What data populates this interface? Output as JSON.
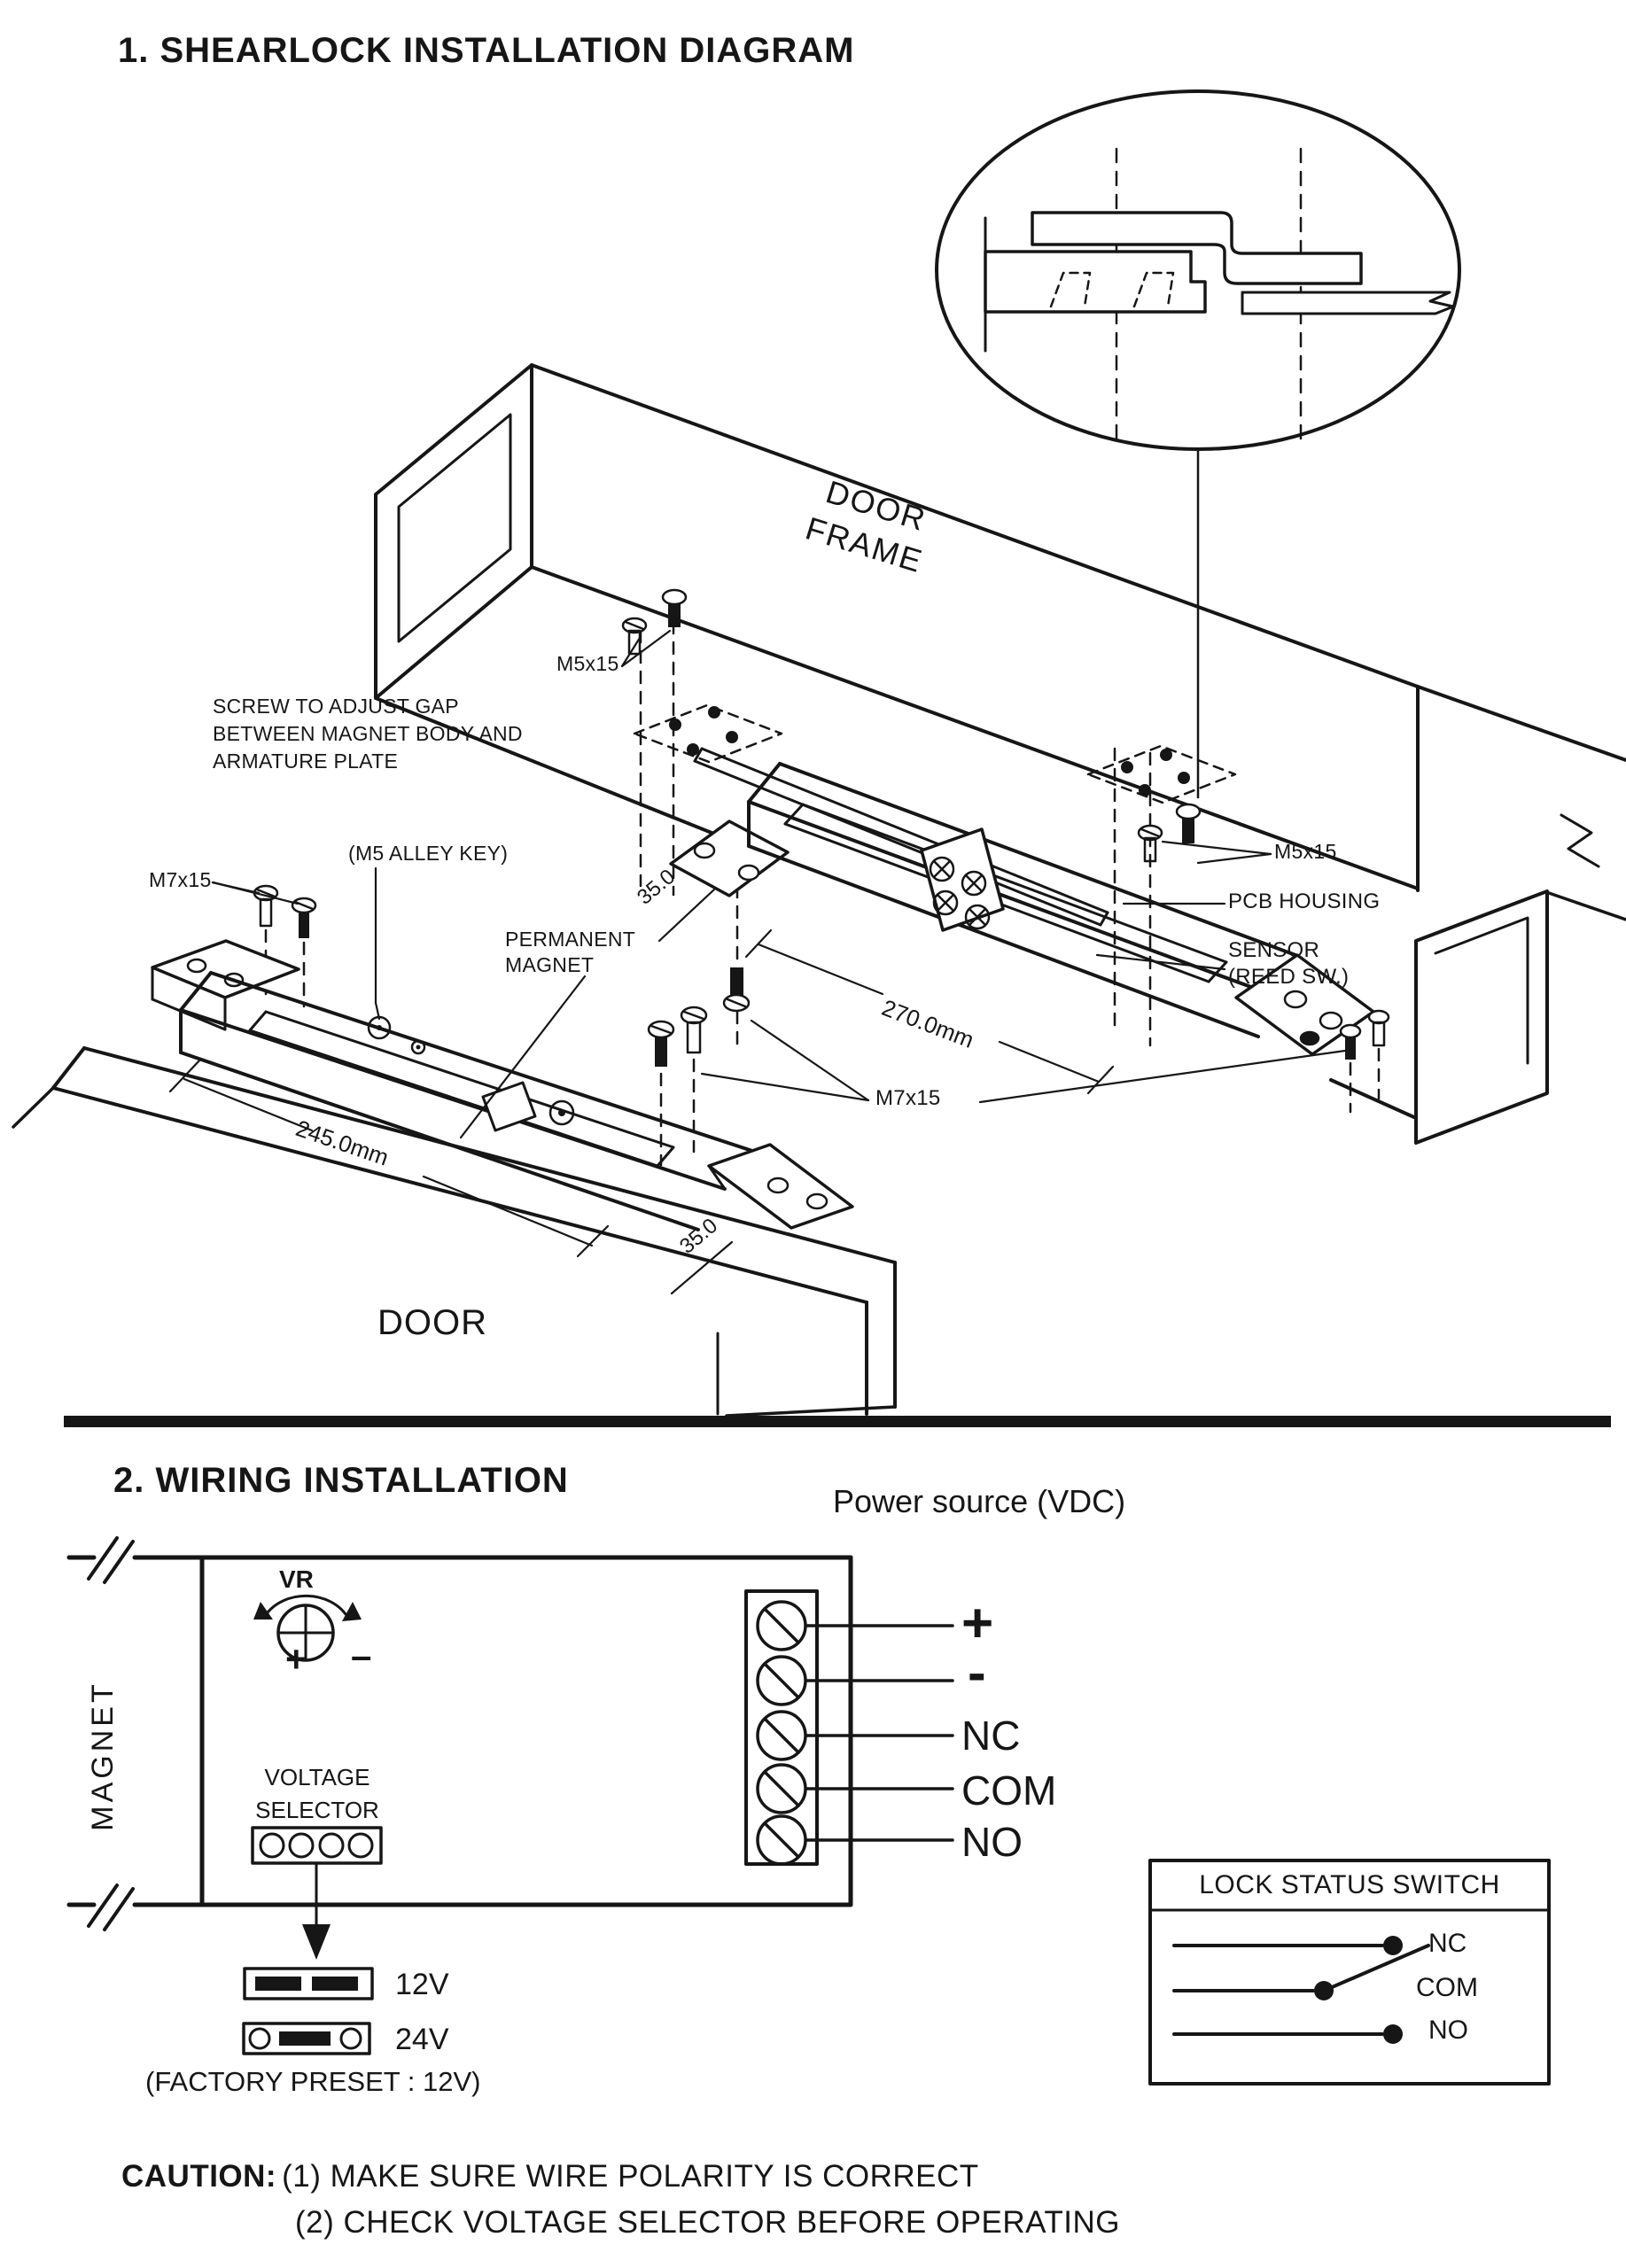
{
  "ink": "#161616",
  "section1": {
    "title": "1. SHEARLOCK INSTALLATION DIAGRAM",
    "door_frame_l1": "DOOR",
    "door_frame_l2": "FRAME",
    "m5x15_left": "M5x15",
    "screw_adjust_l1": "SCREW TO ADJUST GAP",
    "screw_adjust_l2": "BETWEEN MAGNET BODY AND",
    "screw_adjust_l3": "ARMATURE PLATE",
    "m7x15_left": "M7x15",
    "m5_alley_key": "(M5 ALLEY KEY)",
    "permanent_magnet_l1": "PERMANENT",
    "permanent_magnet_l2": "MAGNET",
    "dim_35_top": "35.0",
    "dim_270": "270.0mm",
    "m5x15_right": "M5x15",
    "pcb_housing": "PCB HOUSING",
    "sensor_l1": "SENSOR",
    "sensor_l2": "(REED SW.)",
    "m7x15_center": "M7x15",
    "dim_245": "245.0mm",
    "dim_35_bottom": "35.0",
    "door": "DOOR"
  },
  "section2": {
    "title": "2. WIRING INSTALLATION",
    "power_source": "Power source (VDC)",
    "magnet": "MAGNET",
    "vr": "VR",
    "vr_plus": "+",
    "vr_minus": "–",
    "voltage_selector_l1": "VOLTAGE",
    "voltage_selector_l2": "SELECTOR",
    "terminals": [
      {
        "label": "+"
      },
      {
        "label": "-"
      },
      {
        "label": "NC"
      },
      {
        "label": "COM"
      },
      {
        "label": "NO"
      }
    ],
    "jumper_12v": "12V",
    "jumper_24v": "24V",
    "factory_preset": "(FACTORY PRESET : 12V)",
    "lock_status_switch_title": "LOCK STATUS SWITCH",
    "switch_nc": "NC",
    "switch_com": "COM",
    "switch_no": "NO",
    "caution_label": "CAUTION:",
    "caution_line1": "(1) MAKE SURE WIRE POLARITY IS CORRECT",
    "caution_line2": "(2) CHECK VOLTAGE SELECTOR BEFORE OPERATING"
  }
}
